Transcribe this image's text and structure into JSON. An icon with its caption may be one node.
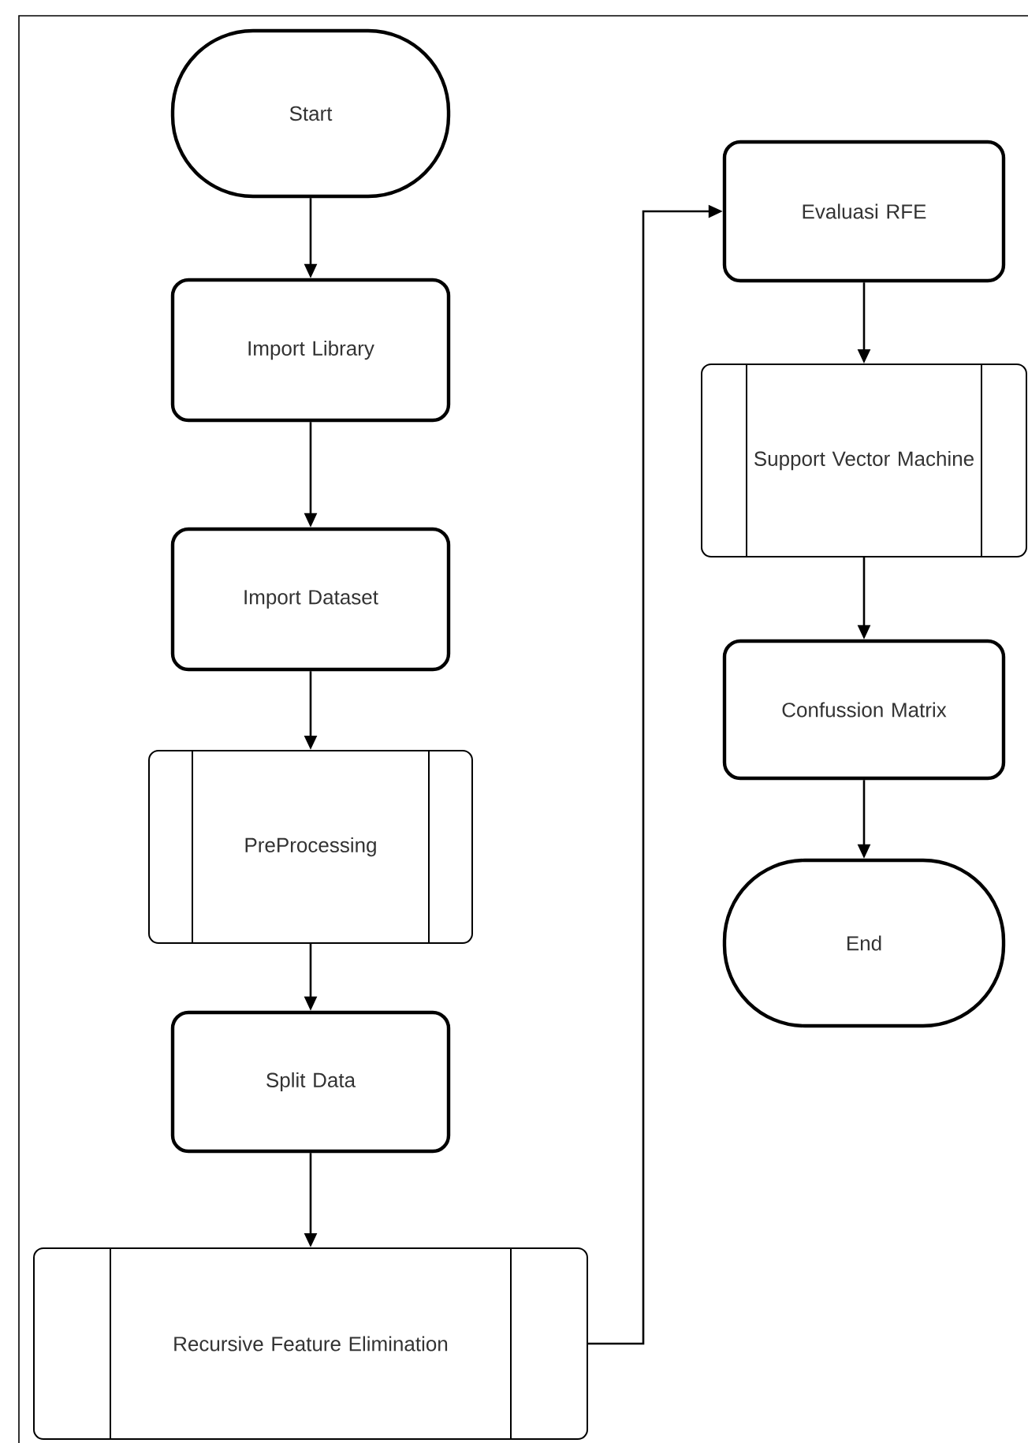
{
  "diagram": {
    "nodes": [
      {
        "text": [
          "Start"
        ]
      },
      {
        "text": [
          "Import Library"
        ]
      },
      {
        "text": [
          "Import Dataset"
        ]
      },
      {
        "text": [
          "PreProcessing"
        ]
      },
      {
        "text": [
          "Split Data"
        ]
      },
      {
        "text": [
          "Recursive Feature Elimination"
        ]
      },
      {
        "text": [
          "Evaluasi RFE"
        ]
      },
      {
        "text": [
          "Support Vector Machine"
        ]
      },
      {
        "text": [
          "Confussion Matrix"
        ]
      },
      {
        "text": [
          "End"
        ]
      }
    ],
    "edges": [
      {
        "from": 0,
        "to": 1,
        "arrow": "to"
      },
      {
        "from": 1,
        "to": 2,
        "arrow": "to"
      },
      {
        "from": 2,
        "to": 3,
        "arrow": "to"
      },
      {
        "from": 3,
        "to": 4,
        "arrow": "to"
      },
      {
        "from": 4,
        "to": 5,
        "arrow": "to"
      },
      {
        "from": 5,
        "to": 6,
        "arrow": "to"
      },
      {
        "from": 6,
        "to": 7,
        "arrow": "to"
      },
      {
        "from": 7,
        "to": 8,
        "arrow": "to"
      },
      {
        "from": 8,
        "to": 9,
        "arrow": "to"
      }
    ]
  }
}
